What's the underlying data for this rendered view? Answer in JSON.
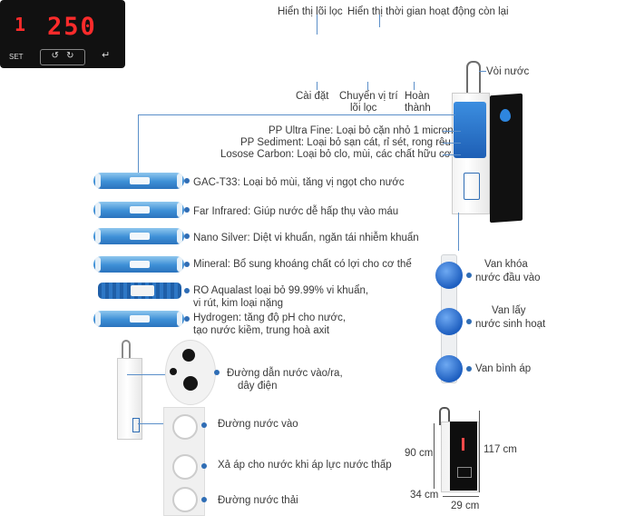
{
  "panel": {
    "digits": "250",
    "filter_digit": "1",
    "set": "SET",
    "label_filter_display": "Hiển thị lõi lọc",
    "label_time_remaining": "Hiển thị thời gian hoạt động còn lại",
    "label_settings": "Cài đặt",
    "label_move_1": "Chuyển vị trí",
    "label_move_2": "lõi lọc",
    "label_done_1": "Hoàn",
    "label_done_2": "thành"
  },
  "purifier": {
    "faucet": "Vòi nước",
    "pre_filters": [
      "PP Ultra Fine: Loại bỏ cặn nhỏ 1 micron",
      "PP Sediment: Loại bỏ sạn cát, rỉ sét, rong rêu",
      "Losose Carbon: Loại bỏ clo, mùi, các chất hữu cơ"
    ]
  },
  "filters": [
    {
      "text": "GAC-T33: Loại bỏ mùi, tăng vị ngọt cho nước"
    },
    {
      "text": "Far Infrared: Giúp nước dễ hấp thụ vào máu"
    },
    {
      "text": "Nano Silver: Diệt vi khuẩn, ngăn tái nhiễm khuẩn"
    },
    {
      "text": "Mineral: Bổ sung khoáng chất có lợi cho cơ thể"
    },
    {
      "line1": "RO Aqualast loại bỏ 99.99% vi khuẩn,",
      "line2": "vi rút, kim loại nặng"
    },
    {
      "line1": "Hydrogen: tăng độ pH cho nước,",
      "line2": "tạo nước kiềm, trung hoà axit"
    }
  ],
  "valves": {
    "inlet_1": "Van khóa",
    "inlet_2": "nước đầu vào",
    "draw_1": "Van lấy",
    "draw_2": "nước sinh hoạt",
    "tank": "Van bình áp"
  },
  "rear": {
    "pipe_1": "Đường dẫn nước vào/ra,",
    "pipe_2": "dây điện",
    "water_in": "Đường nước vào",
    "pressure": "Xả áp cho nước khi áp lực nước thấp",
    "waste": "Đường nước thải"
  },
  "dimensions": {
    "height": "117 cm",
    "depth_h": "90 cm",
    "depth": "34 cm",
    "width": "29 cm"
  },
  "colors": {
    "accent": "#2f6db5",
    "display": "#ff2b2b"
  }
}
